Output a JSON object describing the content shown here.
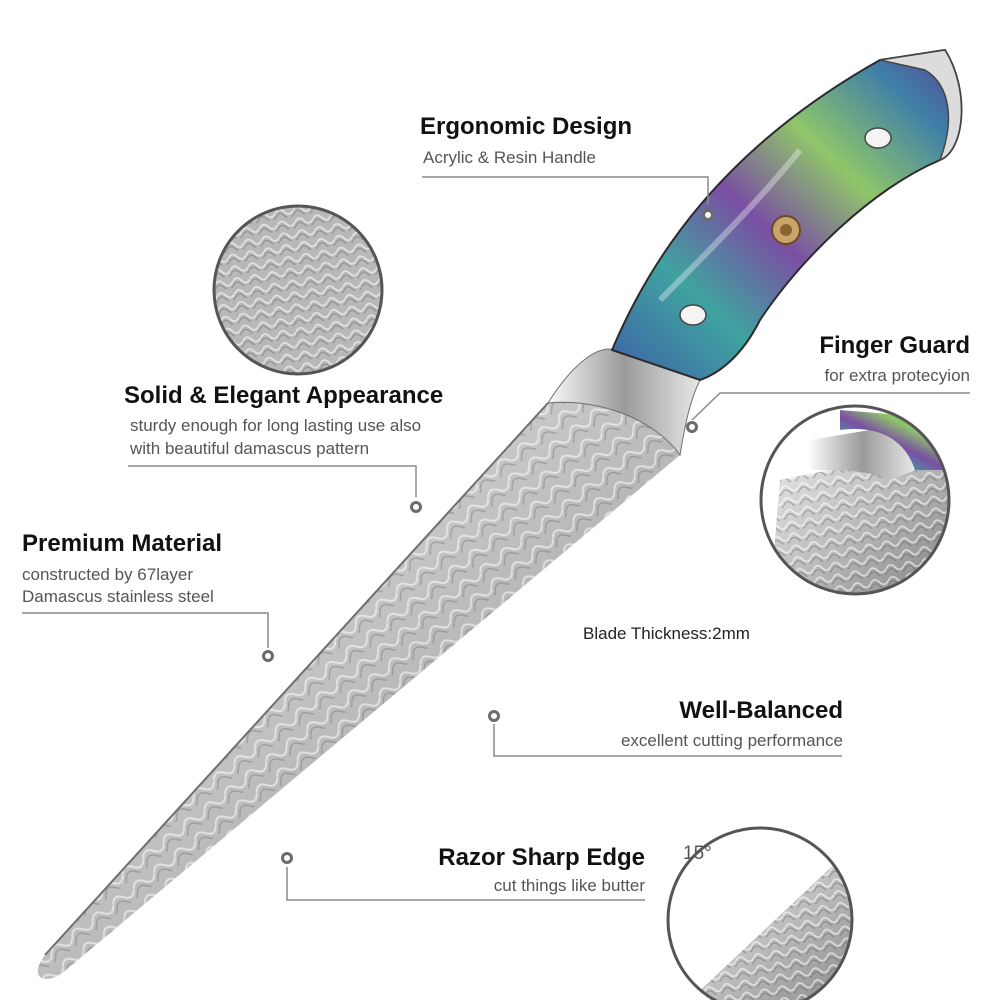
{
  "features": {
    "ergonomic": {
      "title": "Ergonomic Design",
      "subtitle": "Acrylic & Resin Handle"
    },
    "solid": {
      "title": "Solid & Elegant Appearance",
      "line1": "sturdy enough for long lasting use also",
      "line2": "with beautiful damascus pattern"
    },
    "premium": {
      "title": "Premium Material",
      "line1": "constructed by 67layer",
      "line2": "Damascus stainless steel"
    },
    "finger": {
      "title": "Finger Guard",
      "subtitle": "for extra protecyion"
    },
    "thickness": {
      "label": "Blade Thickness:2mm"
    },
    "balanced": {
      "title": "Well-Balanced",
      "subtitle": "excellent cutting performance"
    },
    "razor": {
      "title": "Razor Sharp Edge",
      "subtitle": "cut things like butter"
    },
    "angle": {
      "label": "15°"
    }
  },
  "colors": {
    "blade_light": "#e6e6e6",
    "blade_dark": "#8a8a8a",
    "handle_teal": "#3fa3a0",
    "handle_blue": "#3f5fa8",
    "handle_purple": "#7a4fa3",
    "handle_green": "#8fc66a",
    "callout_line": "#8a8a8a"
  }
}
